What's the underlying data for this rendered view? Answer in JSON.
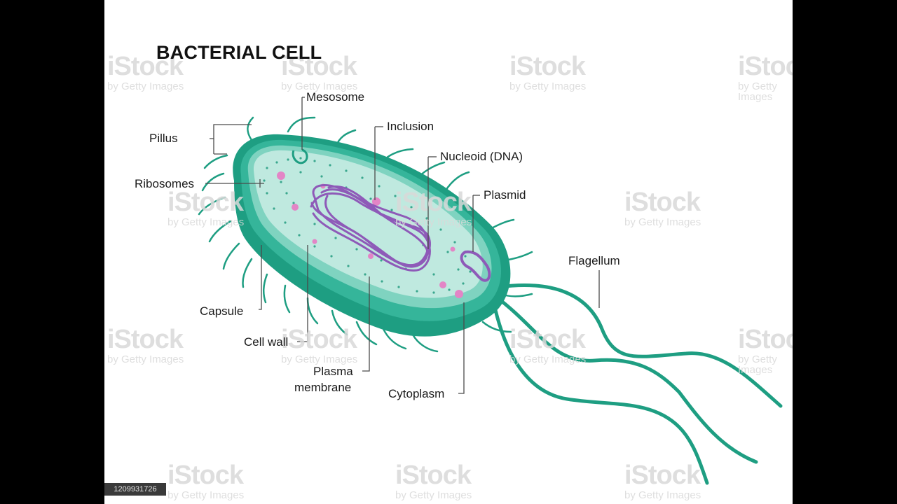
{
  "title": "BACTERIAL CELL",
  "labels": {
    "mesosome": "Mesosome",
    "inclusion": "Inclusion",
    "nucleoid": "Nucleoid (DNA)",
    "plasmid": "Plasmid",
    "pillus": "Pillus",
    "ribosomes": "Ribosomes",
    "flagellum": "Flagellum",
    "capsule": "Capsule",
    "cell_wall": "Cell wall",
    "plasma_membrane_line1": "Plasma",
    "plasma_membrane_line2": "membrane",
    "cytoplasm": "Cytoplasm"
  },
  "watermark": {
    "brand": "iStock",
    "byline": "by Getty Images"
  },
  "stock_id": "1209931726",
  "colors": {
    "capsule_outer": "#1e9e82",
    "cell_wall": "#35b59a",
    "membrane": "#7fd3c0",
    "cytoplasm": "#bfe9df",
    "dna": "#8e5ab8",
    "ribosome_dots": "#3aa78e",
    "inclusion": "#e385c6"
  }
}
